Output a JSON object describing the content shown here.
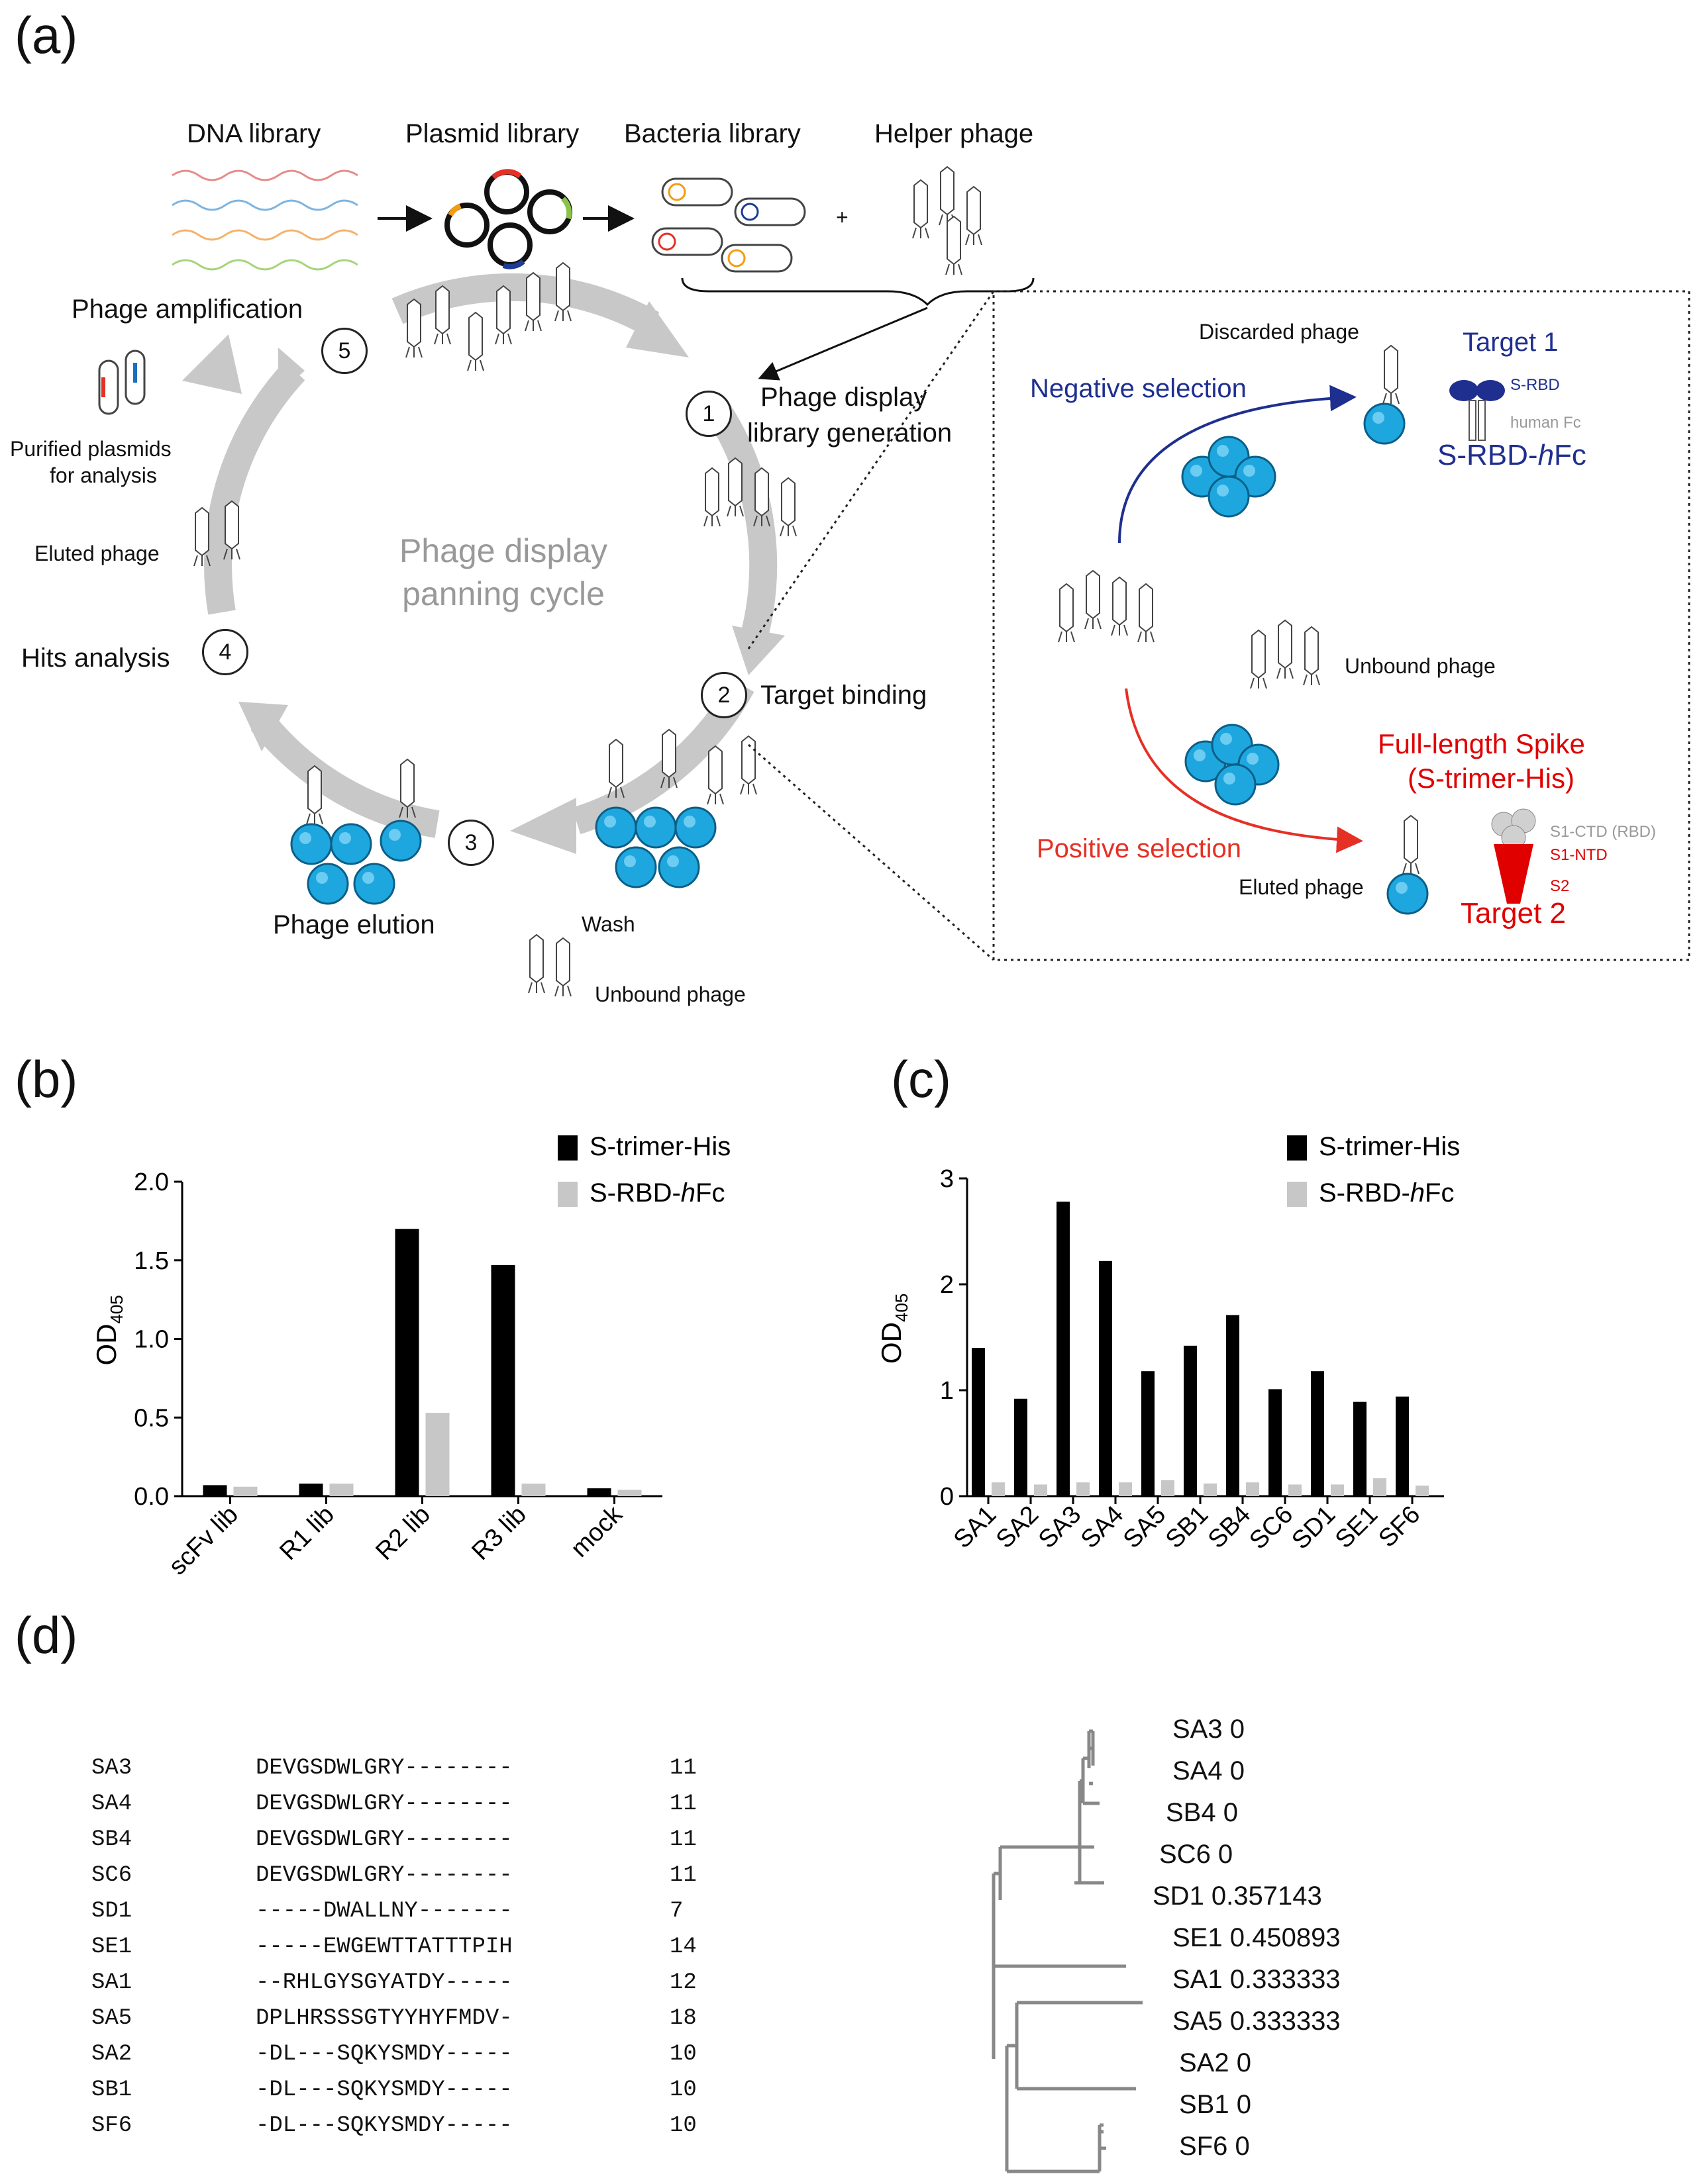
{
  "colors": {
    "positive": "#e53025",
    "negative": "#1f2f8f",
    "bead": "#1ea7df",
    "gray": "#c7c7c7",
    "black": "#000000",
    "text_gray": "#999999"
  },
  "panels": {
    "a": "(a)",
    "b": "(b)",
    "c": "(c)",
    "d": "(d)"
  },
  "panel_a": {
    "top_labels": {
      "dna": "DNA library",
      "plasmid": "Plasmid library",
      "bacteria": "Bacteria library",
      "helper": "Helper phage",
      "plus": "+"
    },
    "cycle_title_1": "Phage display",
    "cycle_title_2": "panning cycle",
    "steps": [
      {
        "num": "1",
        "label_1": "Phage display",
        "label_2": "library generation"
      },
      {
        "num": "2",
        "label_1": "Target binding"
      },
      {
        "num": "3",
        "label_1": "Phage elution"
      },
      {
        "num": "4",
        "label_1": "Hits analysis"
      },
      {
        "num": "5",
        "label_1": "Phage amplification"
      }
    ],
    "purified_1": "Purified plasmids",
    "purified_2": "for analysis",
    "eluted": "Eluted phage",
    "wash": "Wash",
    "unbound": "Unbound phage",
    "inset": {
      "discarded": "Discarded phage",
      "target1": "Target 1",
      "s_rbd": "S-RBD",
      "human_fc": "human Fc",
      "s_rbd_hfc_pre": "S-RBD-",
      "s_rbd_hfc_h": "h",
      "s_rbd_hfc_post": "Fc",
      "negative": "Negative selection",
      "unbound": "Unbound phage",
      "full_length_1": "Full-length Spike",
      "full_length_2": "(S-trimer-His)",
      "positive": "Positive selection",
      "s1_ctd": "S1-CTD (RBD)",
      "s1_ntd": "S1-NTD",
      "s2": "S2",
      "eluted": "Eluted phage",
      "target2": "Target 2"
    }
  },
  "chart_data": [
    {
      "type": "bar",
      "panel": "b",
      "ylabel": "OD405",
      "ylim": [
        0,
        2.0
      ],
      "yticks": [
        0.0,
        0.5,
        1.0,
        1.5,
        2.0
      ],
      "ytick_labels": [
        "0.0",
        "0.5",
        "1.0",
        "1.5",
        "2.0"
      ],
      "categories": [
        "scFv lib",
        "R1 lib",
        "R2 lib",
        "R3 lib",
        "mock"
      ],
      "legend_position": "top-right",
      "series": [
        {
          "name": "S-trimer-His",
          "color": "#000000",
          "values": [
            0.07,
            0.08,
            1.7,
            1.47,
            0.05
          ]
        },
        {
          "name": "S-RBD-hFc",
          "color": "#c7c7c7",
          "values": [
            0.06,
            0.08,
            0.53,
            0.08,
            0.04
          ]
        }
      ]
    },
    {
      "type": "bar",
      "panel": "c",
      "ylabel": "OD405",
      "ylim": [
        0,
        3
      ],
      "yticks": [
        0,
        1,
        2,
        3
      ],
      "ytick_labels": [
        "0",
        "1",
        "2",
        "3"
      ],
      "categories": [
        "SA1",
        "SA2",
        "SA3",
        "SA4",
        "SA5",
        "SB1",
        "SB4",
        "SC6",
        "SD1",
        "SE1",
        "SF6"
      ],
      "legend_position": "top-right",
      "series": [
        {
          "name": "S-trimer-His",
          "color": "#000000",
          "values": [
            1.4,
            0.92,
            2.78,
            2.22,
            1.18,
            1.42,
            1.71,
            1.01,
            1.18,
            0.89,
            0.94
          ]
        },
        {
          "name": "S-RBD-hFc",
          "color": "#c7c7c7",
          "values": [
            0.13,
            0.11,
            0.13,
            0.13,
            0.15,
            0.12,
            0.13,
            0.11,
            0.11,
            0.17,
            0.1
          ]
        }
      ]
    }
  ],
  "alignment": [
    {
      "id": "SA3",
      "seq": "DEVGSDWLGRY--------",
      "len": "11"
    },
    {
      "id": "SA4",
      "seq": "DEVGSDWLGRY--------",
      "len": "11"
    },
    {
      "id": "SB4",
      "seq": "DEVGSDWLGRY--------",
      "len": "11"
    },
    {
      "id": "SC6",
      "seq": "DEVGSDWLGRY--------",
      "len": "11"
    },
    {
      "id": "SD1",
      "seq": "-----DWALLNY-------",
      "len": "7"
    },
    {
      "id": "SE1",
      "seq": "-----EWGEWTTATTTPIH",
      "len": "14"
    },
    {
      "id": "SA1",
      "seq": "--RHLGYSGYATDY-----",
      "len": "12"
    },
    {
      "id": "SA5",
      "seq": "DPLHRSSSGTYYHYFMDV-",
      "len": "18"
    },
    {
      "id": "SA2",
      "seq": "-DL---SQKYSMDY-----",
      "len": "10"
    },
    {
      "id": "SB1",
      "seq": "-DL---SQKYSMDY-----",
      "len": "10"
    },
    {
      "id": "SF6",
      "seq": "-DL---SQKYSMDY-----",
      "len": "10"
    }
  ],
  "tree_leaves": [
    "SA3 0",
    "SA4 0",
    "SB4 0",
    "SC6 0",
    "SD1 0.357143",
    "SE1 0.450893",
    "SA1 0.333333",
    "SA5 0.333333",
    "SA2 0",
    "SB1 0",
    "SF6 0"
  ]
}
